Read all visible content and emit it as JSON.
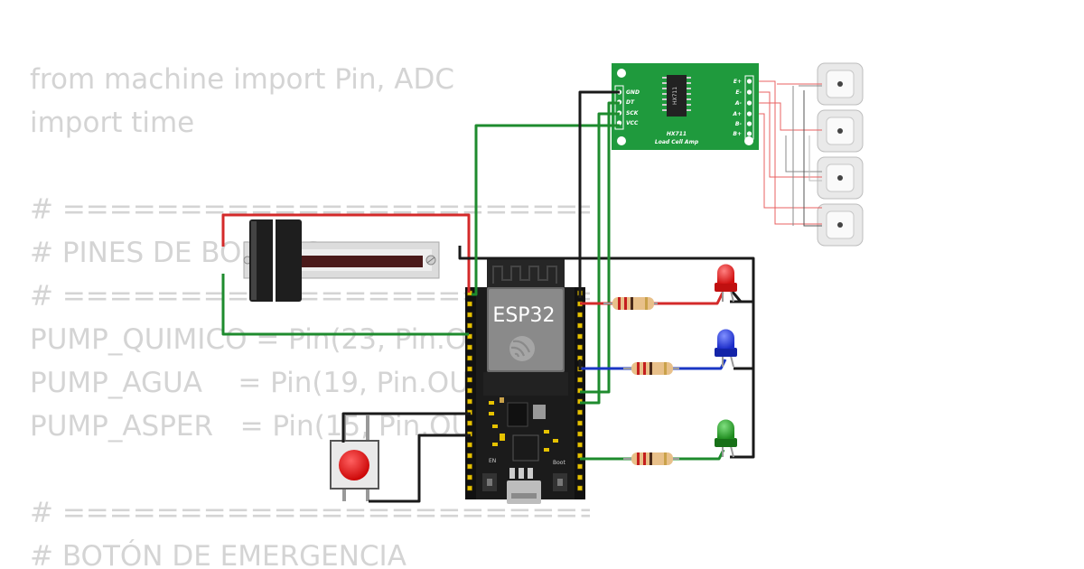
{
  "code_lines": [
    "from machine import Pin, ADC",
    "import time",
    "",
    "# ==========================",
    "# PINES DE BOMBAS",
    "# ==========================",
    "PUMP_QUIMICO = Pin(23, Pin.OUT)",
    "PUMP_AGUA    = Pin(19, Pin.OUT)",
    "PUMP_ASPER   = Pin(15, Pin.OUT)",
    "",
    "# ==========================",
    "# BOTÓN DE EMERGENCIA"
  ],
  "esp32": {
    "label": "ESP32",
    "boot_label": "Boot",
    "en_label": "EN"
  },
  "hx711": {
    "chip_label": "HX711",
    "board_title": "HX711",
    "board_subtitle": "Load Cell Amp",
    "left_pins": [
      "GND",
      "DT",
      "SCK",
      "VCC"
    ],
    "right_pins": [
      "E+",
      "E-",
      "A-",
      "A+",
      "B-",
      "B+"
    ]
  },
  "colors": {
    "wire_red": "#d42a2a",
    "wire_green": "#1e8b2e",
    "wire_black": "#1a1a1a",
    "wire_blue": "#1a36c4",
    "hx711_board": "#1f9a3d",
    "esp32_board": "#1b1b1b",
    "led_red": "#e01818",
    "led_blue": "#2237d8",
    "led_green": "#2a9a2a"
  }
}
